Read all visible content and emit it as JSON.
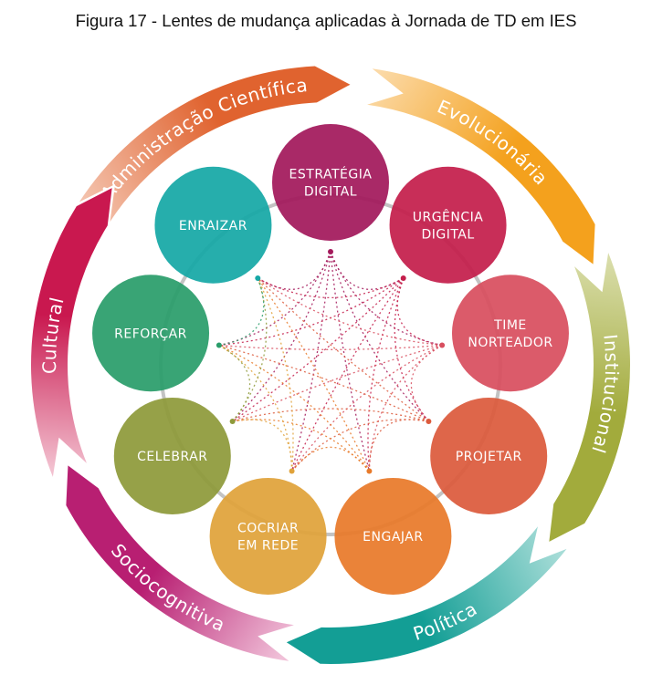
{
  "title": "Figura 17 - Lentes de mudança aplicadas à Jornada de TD em IES",
  "arcs": [
    {
      "label": "Administração Científica",
      "color": "#e0632f",
      "fade": "#f3c0aa"
    },
    {
      "label": "Evolucionária",
      "color": "#f4a11d",
      "fade": "#fbd9a6"
    },
    {
      "label": "Institucional",
      "color": "#a2ab3c",
      "fade": "#d8dca8"
    },
    {
      "label": "Política",
      "color": "#139e95",
      "fade": "#a6dcd7"
    },
    {
      "label": "Sociocognitiva",
      "color": "#b81f72",
      "fade": "#f0c0d8"
    },
    {
      "label": "Cultural",
      "color": "#c9184f",
      "fade": "#f2c0cf"
    }
  ],
  "nodes": [
    {
      "lines": [
        "ESTRATÉGIA",
        "DIGITAL"
      ],
      "color": "#a3195b"
    },
    {
      "lines": [
        "URGÊNCIA",
        "DIGITAL"
      ],
      "color": "#c41e4b"
    },
    {
      "lines": [
        "TIME",
        "NORTEADOR"
      ],
      "color": "#d84f5f"
    },
    {
      "lines": [
        "PROJETAR"
      ],
      "color": "#dc5a3c"
    },
    {
      "lines": [
        "ENGAJAR"
      ],
      "color": "#e87a2a"
    },
    {
      "lines": [
        "COCRIAR",
        "EM REDE"
      ],
      "color": "#e0a23a"
    },
    {
      "lines": [
        "CELEBRAR"
      ],
      "color": "#8e9a3a"
    },
    {
      "lines": [
        "REFORÇAR"
      ],
      "color": "#2a9d6a"
    },
    {
      "lines": [
        "ENRAIZAR"
      ],
      "color": "#16a8a6"
    }
  ]
}
